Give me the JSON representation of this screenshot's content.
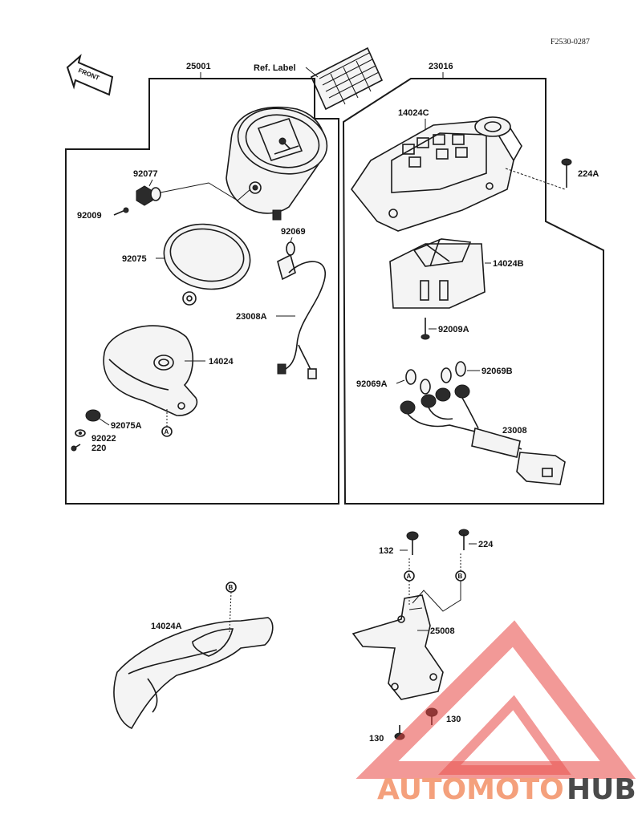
{
  "drawing_code": "F2530-0287",
  "front_arrow": {
    "text": "FRONT"
  },
  "ref_label": {
    "text": "Ref. Label"
  },
  "watermark": {
    "part1": "AUTOMOTO",
    "part2": "HUB",
    "color1": "#f4a07c",
    "color2": "#4a4a4a",
    "triangle_color": "#e8433f"
  },
  "callouts": {
    "A": "A",
    "B": "B"
  },
  "parts": {
    "p25001": "25001",
    "p23016": "23016",
    "p14024C": "14024C",
    "p224A": "224A",
    "p92077": "92077",
    "p92009": "92009",
    "p92069": "92069",
    "p92075": "92075",
    "p14024B": "14024B",
    "p23008A": "23008A",
    "p92009A": "92009A",
    "p14024": "14024",
    "p92069A": "92069A",
    "p92069B": "92069B",
    "p92075A": "92075A",
    "p92022": "92022",
    "p220": "220",
    "p23008": "23008",
    "p132": "132",
    "p224": "224",
    "p14024A": "14024A",
    "p25008": "25008",
    "p130a": "130",
    "p130b": "130"
  }
}
